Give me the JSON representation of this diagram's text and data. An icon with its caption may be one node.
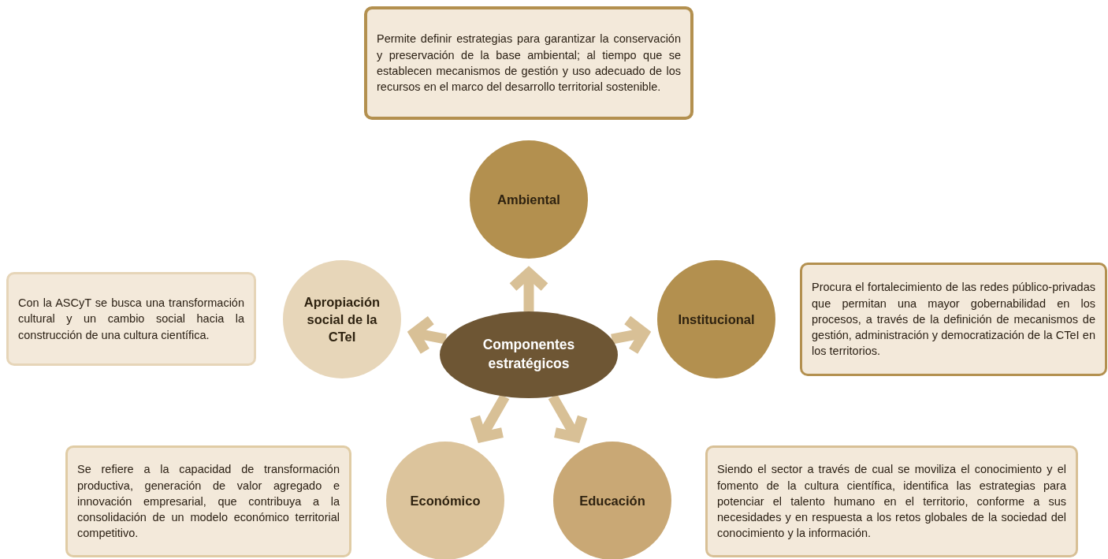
{
  "diagram": {
    "nodes": [
      {
        "text": [
          "Permite definir estrategias para garantizar la conservación y preservación de la base ambiental; al tiempo que se establecen mecanismos de gestión y uso adecuado de los recursos en el marco del desarrollo territorial sostenible."
        ]
      },
      {
        "text": [
          "Ambiental"
        ]
      },
      {
        "text": [
          "Con la ASCyT se busca una transformación cultural y un cambio social hacia la construcción de una cultura científica."
        ]
      },
      {
        "text": [
          "Apropiación social de la CTeI"
        ]
      },
      {
        "text": [
          "Componentes estratégicos"
        ]
      },
      {
        "text": [
          "Institucional"
        ]
      },
      {
        "text": [
          "Procura el fortalecimiento de las redes público-privadas que permitan una mayor gobernabilidad en los procesos, a través de la definición de mecanismos de gestión, administración y democratización de la CTeI en los territorios."
        ]
      },
      {
        "text": [
          "Se refiere a la capacidad de transformación productiva, generación de valor agregado e innovación empresarial, que contribuya a la consolidación de un modelo económico territorial competitivo."
        ]
      },
      {
        "text": [
          "Económico"
        ]
      },
      {
        "text": [
          "Educación"
        ]
      },
      {
        "text": [
          "Siendo el sector a través de cual se moviliza el conocimiento y el fomento de la cultura científica, identifica las estrategias para potenciar el talento humano en el territorio, conforme a sus necesidades y en respuesta a los retos globales de la sociedad del conocimiento y la información."
        ]
      }
    ],
    "edges": [
      {
        "from": 4,
        "to": 1,
        "arrow": "to"
      },
      {
        "from": 4,
        "to": 5,
        "arrow": "to"
      },
      {
        "from": 4,
        "to": 9,
        "arrow": "to"
      },
      {
        "from": 4,
        "to": 8,
        "arrow": "to"
      },
      {
        "from": 4,
        "to": 3,
        "arrow": "to"
      }
    ]
  }
}
